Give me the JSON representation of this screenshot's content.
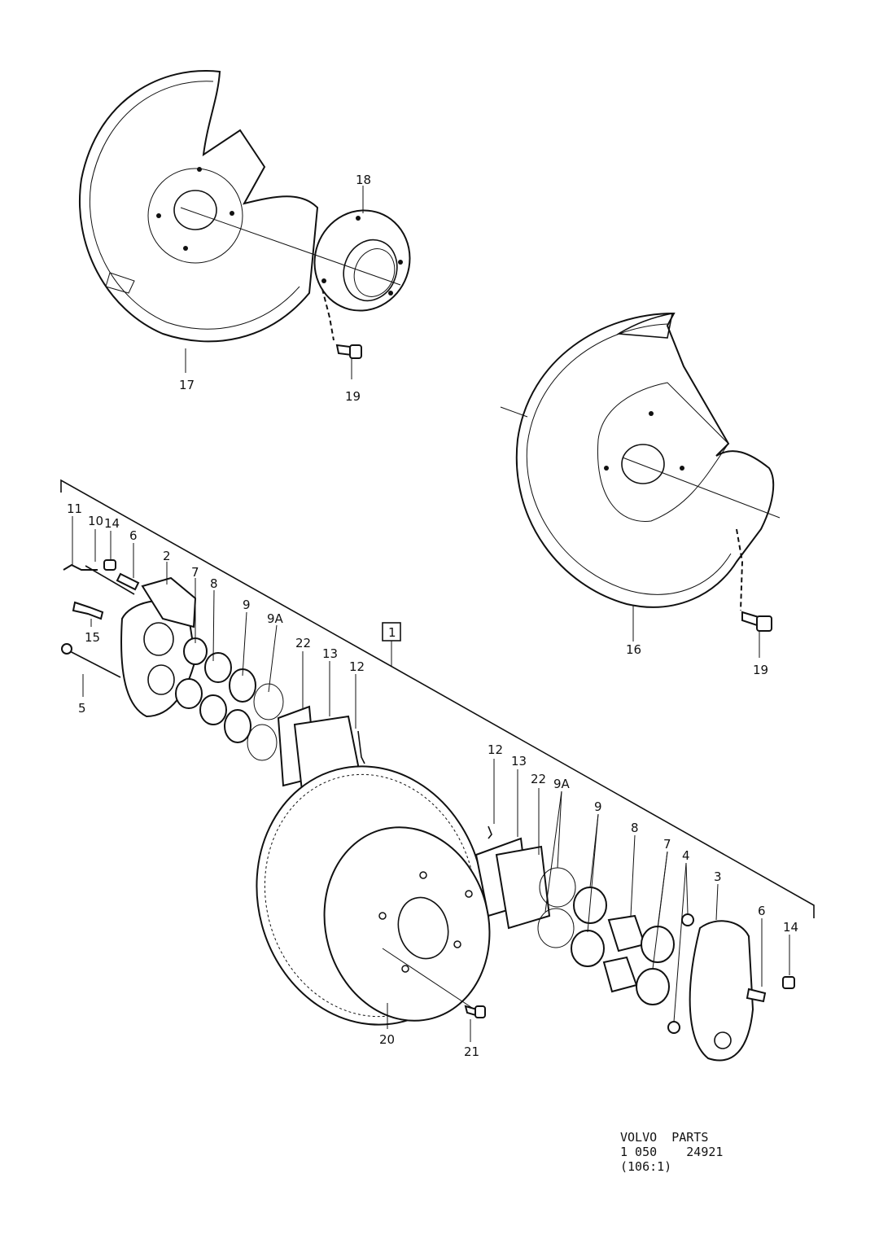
{
  "callouts": {
    "c17": "17",
    "c18": "18",
    "c19a": "19",
    "c16": "16",
    "c19b": "19",
    "c1": "1",
    "l11": "11",
    "l10": "10",
    "l14a": "14",
    "l6a": "6",
    "l2": "2",
    "l7a": "7",
    "l8a": "8",
    "l9a": "9",
    "l9Aa": "9A",
    "l22a": "22",
    "l13a": "13",
    "l12a": "12",
    "l15": "15",
    "l5": "5",
    "l12b": "12",
    "l13b": "13",
    "l22b": "22",
    "l9Ab": "9A",
    "l9b": "9",
    "l8b": "8",
    "l7b": "7",
    "l4": "4",
    "l3": "3",
    "l6b": "6",
    "l14b": "14",
    "l20": "20",
    "l21": "21"
  },
  "footer": {
    "line1": "VOLVO  PARTS",
    "line2": "1 050    24921",
    "line3": "(106:1)"
  }
}
